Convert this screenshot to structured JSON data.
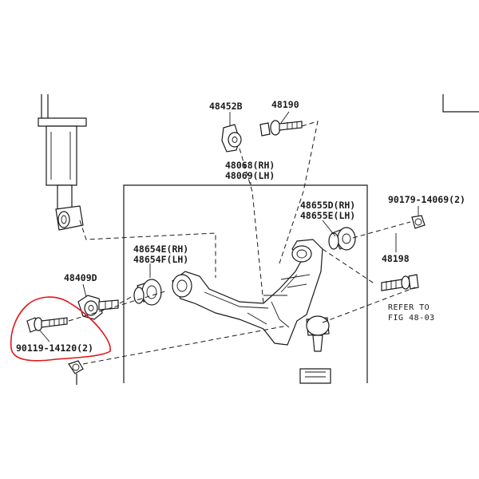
{
  "labels": {
    "p48452B": "48452B",
    "p48190": "48190",
    "p48068": "48068(RH)",
    "p48069": "48069(LH)",
    "p48655D": "48655D(RH)",
    "p48655E": "48655E(LH)",
    "p90179": "90179-14069(2)",
    "p48198": "48198",
    "p48654E": "48654E(RH)",
    "p48654F": "48654F(LH)",
    "p48409D": "48409D",
    "p90119": "90119-14120(2)",
    "refer1": "REFER TO",
    "refer2": "FIG 48-03"
  },
  "colors": {
    "line": "#1a1a1a",
    "highlight": "#e0161b",
    "background": "#ffffff"
  }
}
